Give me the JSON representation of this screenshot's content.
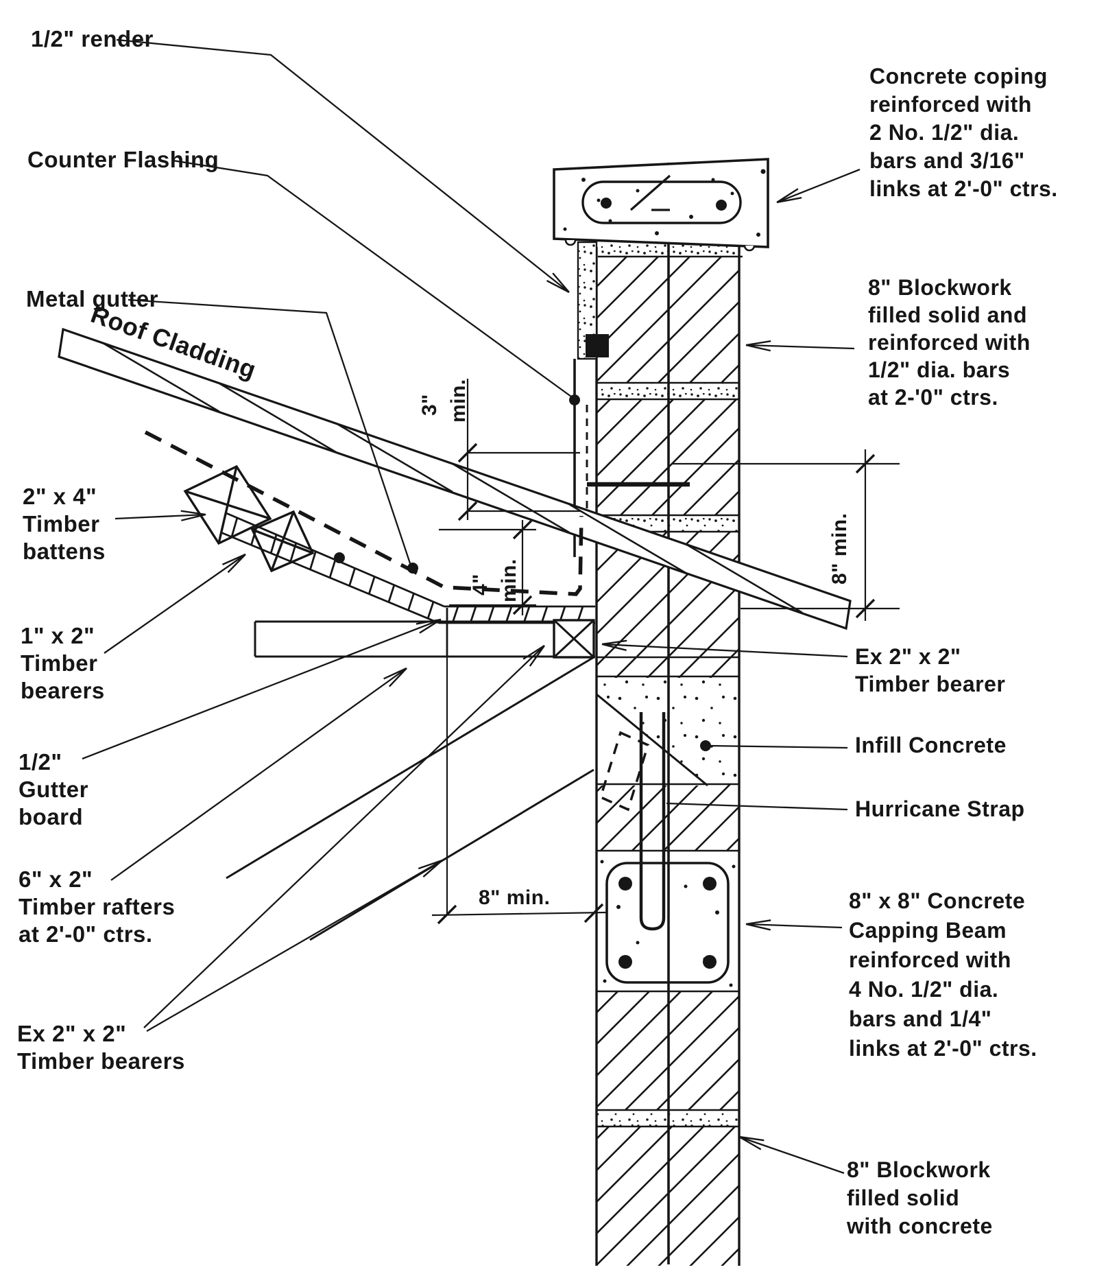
{
  "drawing": {
    "type": "construction-detail-section",
    "subject": "Parapet wall / roof gutter junction detail",
    "colors": {
      "ink": "#161616",
      "paper": "#ffffff"
    },
    "left_labels": {
      "render": "1/2\" render",
      "counter_flashing": "Counter Flashing",
      "metal_gutter": "Metal gutter",
      "roof_cladding": "Roof Cladding",
      "battens": [
        "2\" x 4\"",
        "Timber",
        "battens"
      ],
      "bearers_1x2": [
        "1\" x 2\"",
        "Timber",
        "bearers"
      ],
      "gutter_board": [
        "1/2\"",
        "Gutter",
        "board"
      ],
      "rafters": [
        "6\" x 2\"",
        "Timber rafters",
        "at 2'-0\" ctrs."
      ],
      "bearers_ex2x2": [
        "Ex 2\" x 2\"",
        "Timber bearers"
      ]
    },
    "right_labels": {
      "coping": [
        "Concrete coping",
        "reinforced with",
        "2 No. 1/2\" dia.",
        "bars and 3/16\"",
        "links at 2'-0\" ctrs."
      ],
      "blockwork_upper": [
        "8\" Blockwork",
        "filled solid and",
        "reinforced with",
        "1/2\" dia. bars",
        "at 2-'0\" ctrs."
      ],
      "bearer_ex2x2": [
        "Ex 2\" x 2\"",
        "Timber bearer"
      ],
      "infill_concrete": "Infill Concrete",
      "hurricane_strap": "Hurricane Strap",
      "capping_beam": [
        "8\" x 8\" Concrete",
        "Capping Beam",
        "reinforced with",
        "4 No. 1/2\" dia.",
        "bars and 1/4\"",
        "links at 2'-0\" ctrs."
      ],
      "blockwork_lower": [
        "8\" Blockwork",
        "filled solid",
        "with concrete"
      ]
    },
    "dimensions": {
      "flashing_lap": [
        "3\"",
        "min."
      ],
      "gutter_upstand": [
        "4\"",
        "min."
      ],
      "bar_embedment": "8\" min.",
      "bearing_width": "8\" min."
    }
  }
}
